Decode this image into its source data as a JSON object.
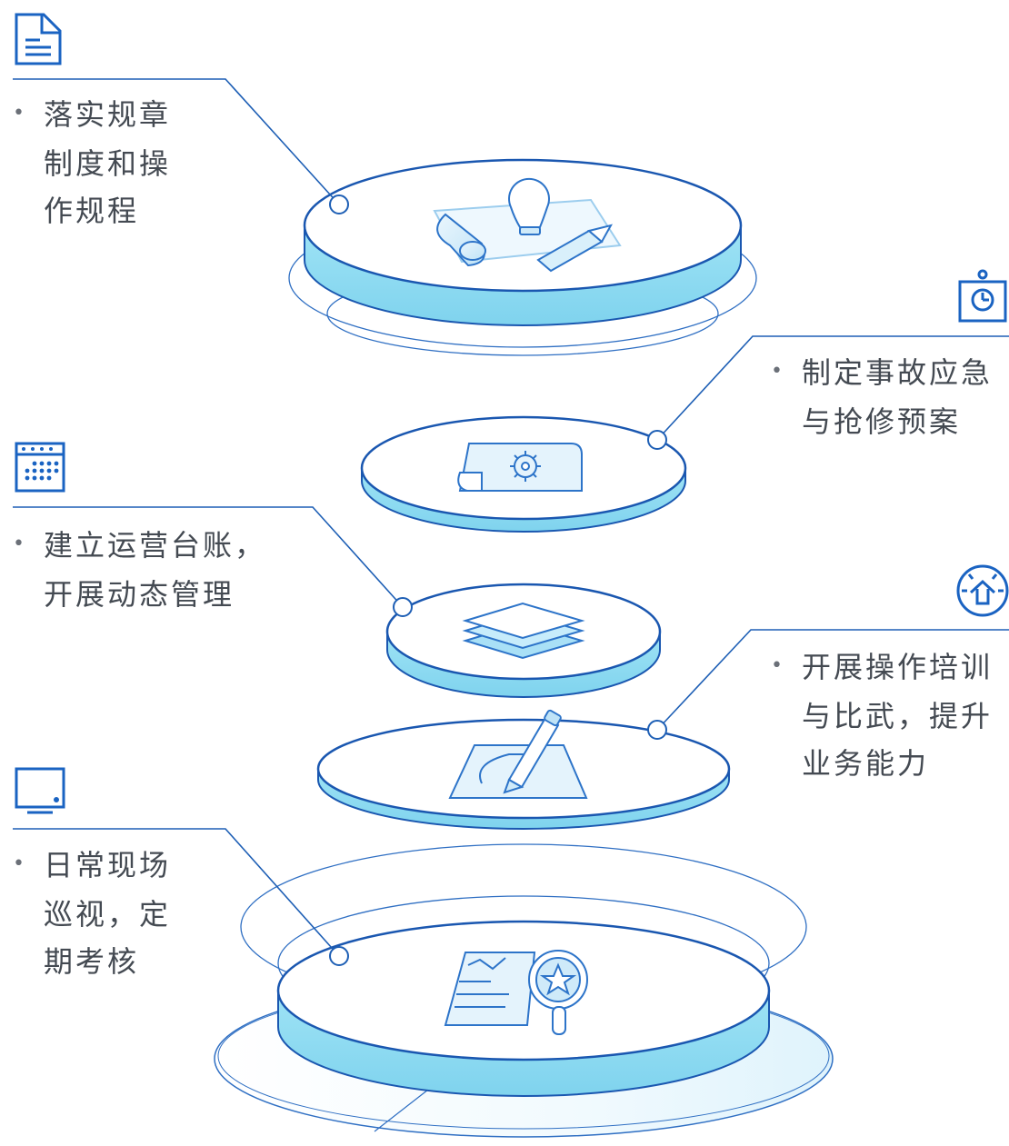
{
  "colors": {
    "line": "#1e5fb5",
    "disc_top": "#ffffff",
    "disc_side": "#8fdcf2",
    "disc_edge": "#1a57b0",
    "ring": "#2f6fc3",
    "icon": "#1a63c2",
    "text": "#444a52"
  },
  "items": [
    {
      "id": "rules",
      "icon": "document-icon",
      "lines": [
        "落实规章",
        "制度和操",
        "作规程"
      ],
      "disc_icon": "blueprint-bulb-pencil-icon"
    },
    {
      "id": "emergency",
      "icon": "clock-board-icon",
      "lines": [
        "制定事故应急",
        "与抢修预案"
      ],
      "disc_icon": "gear-document-icon"
    },
    {
      "id": "ledger",
      "icon": "calendar-icon",
      "lines": [
        "建立运营台账，",
        "开展动态管理"
      ],
      "disc_icon": "layers-icon"
    },
    {
      "id": "training",
      "icon": "upgrade-icon",
      "lines": [
        "开展操作培训",
        "与比武，提升",
        "业务能力"
      ],
      "disc_icon": "pen-drawing-icon"
    },
    {
      "id": "inspection",
      "icon": "monitor-icon",
      "lines": [
        "日常现场",
        "巡视，定",
        "期考核"
      ],
      "disc_icon": "report-magnifier-star-icon"
    }
  ]
}
